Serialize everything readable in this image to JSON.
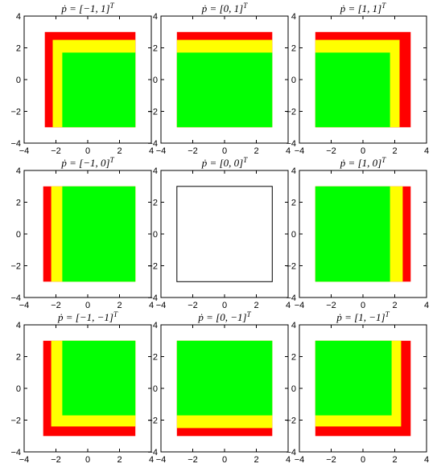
{
  "colors": {
    "red": "#ff0000",
    "yellow": "#ffff00",
    "green": "#00ff00"
  },
  "chart_data": [
    {
      "type": "region-plot",
      "title": "ṗ = [−1, 1]",
      "title_superscript": "T",
      "xlim": [
        -4,
        4
      ],
      "ylim": [
        -4,
        4
      ],
      "x_ticks": [
        "−4",
        "−2",
        "0",
        "2",
        "4"
      ],
      "y_ticks": [
        "−4",
        "−2",
        "0",
        "2",
        "4"
      ],
      "regions": [
        {
          "color": "red",
          "x": [
            -2.7,
            3.0
          ],
          "y": [
            -3.0,
            3.0
          ]
        },
        {
          "color": "yellow",
          "x": [
            -2.2,
            3.0
          ],
          "y": [
            -3.0,
            2.5
          ]
        },
        {
          "color": "green",
          "x": [
            -1.6,
            3.0
          ],
          "y": [
            -3.0,
            1.7
          ]
        }
      ]
    },
    {
      "type": "region-plot",
      "title": "ṗ = [0, 1]",
      "title_superscript": "T",
      "xlim": [
        -4,
        4
      ],
      "ylim": [
        -4,
        4
      ],
      "x_ticks": [
        "−4",
        "−2",
        "0",
        "2",
        "4"
      ],
      "y_ticks": [
        "−4",
        "−2",
        "0",
        "2",
        "4"
      ],
      "regions": [
        {
          "color": "red",
          "x": [
            -3.0,
            3.0
          ],
          "y": [
            -3.0,
            3.0
          ]
        },
        {
          "color": "yellow",
          "x": [
            -3.0,
            3.0
          ],
          "y": [
            -3.0,
            2.5
          ]
        },
        {
          "color": "green",
          "x": [
            -3.0,
            3.0
          ],
          "y": [
            -3.0,
            1.7
          ]
        }
      ]
    },
    {
      "type": "region-plot",
      "title": "ṗ = [1, 1]",
      "title_superscript": "T",
      "xlim": [
        -4,
        4
      ],
      "ylim": [
        -4,
        4
      ],
      "x_ticks": [
        "−4",
        "−2",
        "0",
        "2",
        "4"
      ],
      "y_ticks": [
        "−4",
        "−2",
        "0",
        "2",
        "4"
      ],
      "regions": [
        {
          "color": "red",
          "x": [
            -3.0,
            3.0
          ],
          "y": [
            -3.0,
            3.0
          ]
        },
        {
          "color": "yellow",
          "x": [
            -3.0,
            2.3
          ],
          "y": [
            -3.0,
            2.5
          ]
        },
        {
          "color": "green",
          "x": [
            -3.0,
            1.7
          ],
          "y": [
            -3.0,
            1.7
          ]
        }
      ]
    },
    {
      "type": "region-plot",
      "title": "ṗ = [−1, 0]",
      "title_superscript": "T",
      "xlim": [
        -4,
        4
      ],
      "ylim": [
        -4,
        4
      ],
      "x_ticks": [
        "−4",
        "−2",
        "0",
        "2",
        "4"
      ],
      "y_ticks": [
        "−4",
        "−2",
        "0",
        "2",
        "4"
      ],
      "regions": [
        {
          "color": "red",
          "x": [
            -2.8,
            3.0
          ],
          "y": [
            -3.0,
            3.0
          ]
        },
        {
          "color": "yellow",
          "x": [
            -2.3,
            3.0
          ],
          "y": [
            -3.0,
            3.0
          ]
        },
        {
          "color": "green",
          "x": [
            -1.6,
            3.0
          ],
          "y": [
            -3.0,
            3.0
          ]
        }
      ]
    },
    {
      "type": "region-plot",
      "title": "ṗ = [0, 0]",
      "title_superscript": "T",
      "xlim": [
        -4,
        4
      ],
      "ylim": [
        -4,
        4
      ],
      "x_ticks": [
        "−4",
        "−2",
        "0",
        "2",
        "4"
      ],
      "y_ticks": [
        "−4",
        "−2",
        "0",
        "2",
        "4"
      ],
      "regions": [
        {
          "color": "green",
          "x": [
            -3.0,
            3.0
          ],
          "y": [
            -3.0,
            3.0
          ],
          "outline": true
        }
      ]
    },
    {
      "type": "region-plot",
      "title": "ṗ = [1, 0]",
      "title_superscript": "T",
      "xlim": [
        -4,
        4
      ],
      "ylim": [
        -4,
        4
      ],
      "x_ticks": [
        "−4",
        "−2",
        "0",
        "2",
        "4"
      ],
      "y_ticks": [
        "−4",
        "−2",
        "0",
        "2",
        "4"
      ],
      "regions": [
        {
          "color": "red",
          "x": [
            -3.0,
            3.0
          ],
          "y": [
            -3.0,
            3.0
          ]
        },
        {
          "color": "yellow",
          "x": [
            -3.0,
            2.5
          ],
          "y": [
            -3.0,
            3.0
          ]
        },
        {
          "color": "green",
          "x": [
            -3.0,
            1.7
          ],
          "y": [
            -3.0,
            3.0
          ]
        }
      ]
    },
    {
      "type": "region-plot",
      "title": "ṗ = [−1, −1]",
      "title_superscript": "T",
      "xlim": [
        -4,
        4
      ],
      "ylim": [
        -4,
        4
      ],
      "x_ticks": [
        "−4",
        "−2",
        "0",
        "2",
        "4"
      ],
      "y_ticks": [
        "−4",
        "−2",
        "0",
        "2",
        "4"
      ],
      "regions": [
        {
          "color": "red",
          "x": [
            -2.8,
            3.0
          ],
          "y": [
            -3.0,
            3.0
          ]
        },
        {
          "color": "yellow",
          "x": [
            -2.3,
            3.0
          ],
          "y": [
            -2.4,
            3.0
          ]
        },
        {
          "color": "green",
          "x": [
            -1.6,
            3.0
          ],
          "y": [
            -1.7,
            3.0
          ]
        }
      ]
    },
    {
      "type": "region-plot",
      "title": "ṗ = [0, −1]",
      "title_superscript": "T",
      "xlim": [
        -4,
        4
      ],
      "ylim": [
        -4,
        4
      ],
      "x_ticks": [
        "−4",
        "−2",
        "0",
        "2",
        "4"
      ],
      "y_ticks": [
        "−4",
        "−2",
        "0",
        "2",
        "4"
      ],
      "regions": [
        {
          "color": "red",
          "x": [
            -3.0,
            3.0
          ],
          "y": [
            -3.0,
            3.0
          ]
        },
        {
          "color": "yellow",
          "x": [
            -3.0,
            3.0
          ],
          "y": [
            -2.5,
            3.0
          ]
        },
        {
          "color": "green",
          "x": [
            -3.0,
            3.0
          ],
          "y": [
            -1.7,
            3.0
          ]
        }
      ]
    },
    {
      "type": "region-plot",
      "title": "ṗ = [1, −1]",
      "title_superscript": "T",
      "xlim": [
        -4,
        4
      ],
      "ylim": [
        -4,
        4
      ],
      "x_ticks": [
        "−4",
        "−2",
        "0",
        "2",
        "4"
      ],
      "y_ticks": [
        "−4",
        "−2",
        "0",
        "2",
        "4"
      ],
      "regions": [
        {
          "color": "red",
          "x": [
            -3.0,
            3.0
          ],
          "y": [
            -3.0,
            3.0
          ]
        },
        {
          "color": "yellow",
          "x": [
            -3.0,
            2.4
          ],
          "y": [
            -2.4,
            3.0
          ]
        },
        {
          "color": "green",
          "x": [
            -3.0,
            1.8
          ],
          "y": [
            -1.7,
            3.0
          ]
        }
      ]
    }
  ]
}
